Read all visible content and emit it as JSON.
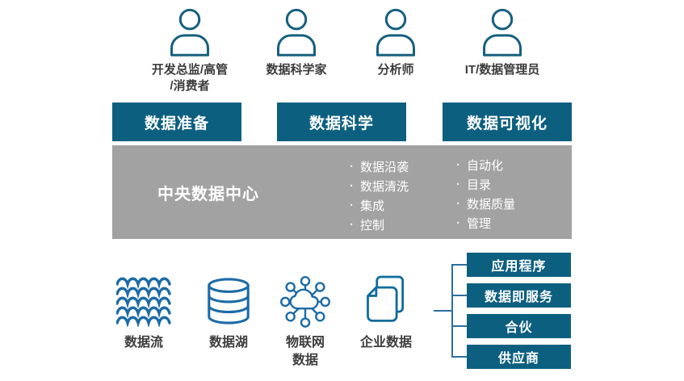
{
  "personas": [
    {
      "name": "dev-director-executive-consumer",
      "lines": [
        "开发总监/高管",
        "/消费者"
      ]
    },
    {
      "name": "data-scientist",
      "lines": [
        "数据科学家"
      ]
    },
    {
      "name": "analyst",
      "lines": [
        "分析师"
      ]
    },
    {
      "name": "it-data-admin",
      "lines": [
        "IT/数据管理员"
      ]
    }
  ],
  "stages": [
    {
      "label": "数据准备"
    },
    {
      "label": "数据科学"
    },
    {
      "label": "数据可视化"
    }
  ],
  "hub": {
    "title": "中央数据中心",
    "bullet": "·",
    "columns": [
      {
        "items": [
          "数据沿袭",
          "数据清洗",
          "集成",
          "控制"
        ]
      },
      {
        "items": [
          "自动化",
          "目录",
          "数据质量",
          "管理"
        ]
      }
    ]
  },
  "sources": [
    {
      "name": "data-stream",
      "lines": [
        "数据流"
      ]
    },
    {
      "name": "data-lake",
      "lines": [
        "数据湖"
      ]
    },
    {
      "name": "iot-data",
      "lines": [
        "物联网",
        "数据"
      ]
    },
    {
      "name": "enterprise-data",
      "lines": [
        "企业数据"
      ]
    }
  ],
  "outputs": [
    {
      "label": "应用程序"
    },
    {
      "label": "数据即服务"
    },
    {
      "label": "合伙"
    },
    {
      "label": "供应商"
    }
  ],
  "colors": {
    "banner_blue": "#0d5f80",
    "hub_gray": "#a2a2a2",
    "icon_teal": "#16607f",
    "icon_blue": "#1c6ba6",
    "doc_blue": "#0e6c9c",
    "connector_blue": "#2c6f9f",
    "text_dark": "#3c3c3c",
    "text_white": "#ffffff"
  }
}
